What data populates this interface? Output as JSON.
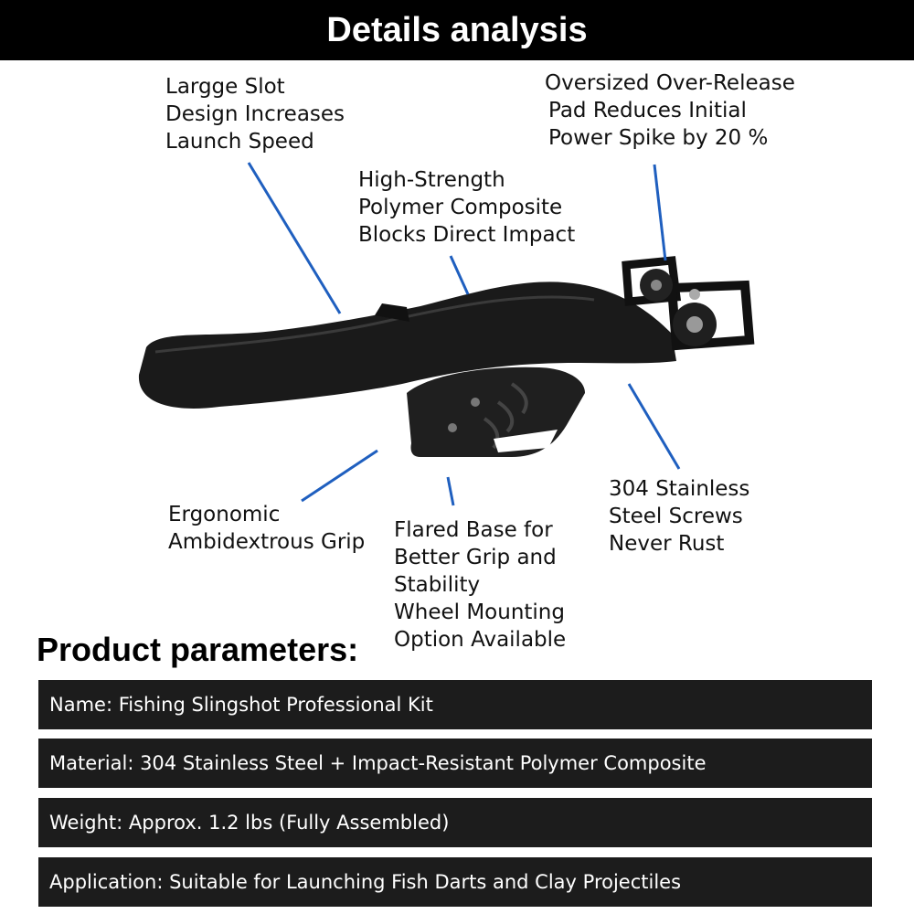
{
  "header": {
    "title": "Details analysis"
  },
  "callouts": {
    "slot": [
      "Largge Slot",
      "Design Increases",
      "Launch Speed"
    ],
    "pad": [
      "Oversized Over-Release",
      "Pad Reduces Initial",
      "Power Spike by 20 %"
    ],
    "polymer": [
      "High-Strength",
      "Polymer Composite",
      "Blocks Direct Impact"
    ],
    "grip": [
      "Ergonomic",
      "Ambidextrous Grip"
    ],
    "base": [
      "Flared Base for",
      "Better Grip and",
      "Stability",
      "Wheel Mounting",
      "Option Available"
    ],
    "screws": [
      "304 Stainless",
      "Steel Screws",
      "Never Rust"
    ]
  },
  "colors": {
    "header_bg": "#000000",
    "leader_line": "#1f5fbf",
    "row_bg": "#1c1c1c",
    "product": "#1a1a1a"
  },
  "parameters": {
    "title": "Product parameters:",
    "rows": [
      "Name: Fishing Slingshot Professional Kit",
      "Material: 304 Stainless Steel + Impact-Resistant Polymer Composite",
      "Weight: Approx. 1.2 lbs (Fully Assembled)",
      "Application: Suitable for Launching Fish Darts and Clay Projectiles"
    ]
  }
}
